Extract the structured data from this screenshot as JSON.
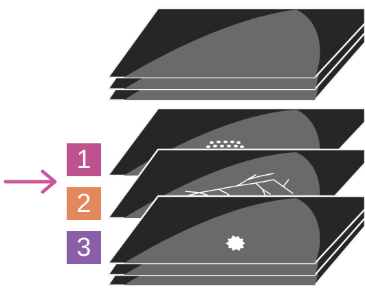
{
  "badges": [
    {
      "label": "1",
      "color": "#c0518f"
    },
    {
      "label": "2",
      "color": "#e2885c"
    },
    {
      "label": "3",
      "color": "#8b5ea5"
    }
  ],
  "colors": {
    "slice_dark": "#262626",
    "slice_tissue": "#6a6a6a",
    "slice_edge": "#f5f5f5",
    "arrow": "#c9579a",
    "lesion": "#ffffff"
  },
  "icons": {
    "pointer": "arrow-right-icon",
    "slice_1_finding": "dot-cluster-icon",
    "slice_2_finding": "branching-lines-icon",
    "slice_3_finding": "spiculated-mass-icon"
  }
}
